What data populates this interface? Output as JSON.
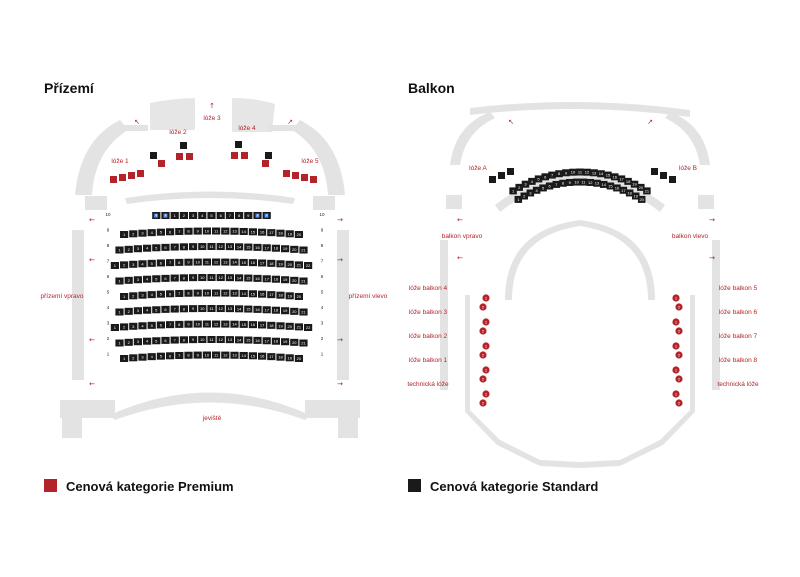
{
  "colors": {
    "premium": "#b3242a",
    "standard": "#1a1a1a",
    "wall": "#e3e3e3",
    "label": "#b3242a"
  },
  "prizemi": {
    "title": "Přízemí",
    "loze": [
      {
        "label": "lóže 1",
        "seats": [
          "1",
          "2",
          "3",
          "4"
        ],
        "type": "premium"
      },
      {
        "label": "lóže 2",
        "seats": [
          "1",
          "2",
          "3",
          "4"
        ],
        "type": "mixed"
      },
      {
        "label": "lóže 3",
        "seats": [],
        "type": "none"
      },
      {
        "label": "lóže 4",
        "seats": [
          "1",
          "2",
          "3",
          "4"
        ],
        "type": "mixed"
      },
      {
        "label": "lóže 5",
        "seats": [
          "1",
          "2",
          "3",
          "4"
        ],
        "type": "premium"
      }
    ],
    "side_left": "přízemí vpravo",
    "side_right": "přízemí vlevo",
    "stage": "jeviště",
    "rows": [
      {
        "row": "10",
        "seats": 9,
        "wheelchair": true
      },
      {
        "row": "9",
        "seats": 20
      },
      {
        "row": "8",
        "seats": 21
      },
      {
        "row": "7",
        "seats": 22
      },
      {
        "row": "6",
        "seats": 21
      },
      {
        "row": "5",
        "seats": 20
      },
      {
        "row": "4",
        "seats": 21
      },
      {
        "row": "3",
        "seats": 22
      },
      {
        "row": "2",
        "seats": 21
      },
      {
        "row": "1",
        "seats": 20
      }
    ]
  },
  "balkon": {
    "title": "Balkon",
    "loze_top_left": "lóže A",
    "loze_top_right": "lóže B",
    "side_left": "balkon vpravo",
    "side_right": "balkon vlevo",
    "balcony_rows": [
      {
        "row": "1",
        "seats": 20
      },
      {
        "row": "2",
        "seats": 21
      }
    ],
    "left_boxes": [
      "lóže balkon 4",
      "lóže balkon 3",
      "lóže balkon 2",
      "lóže balkon 1",
      "technická lóže"
    ],
    "right_boxes": [
      "lóže balkon 5",
      "lóže balkon 6",
      "lóže balkon 7",
      "lóže balkon 8",
      "technická lóže"
    ]
  },
  "legend": {
    "premium": "Cenová kategorie Premium",
    "standard": "Cenová kategorie Standard"
  }
}
